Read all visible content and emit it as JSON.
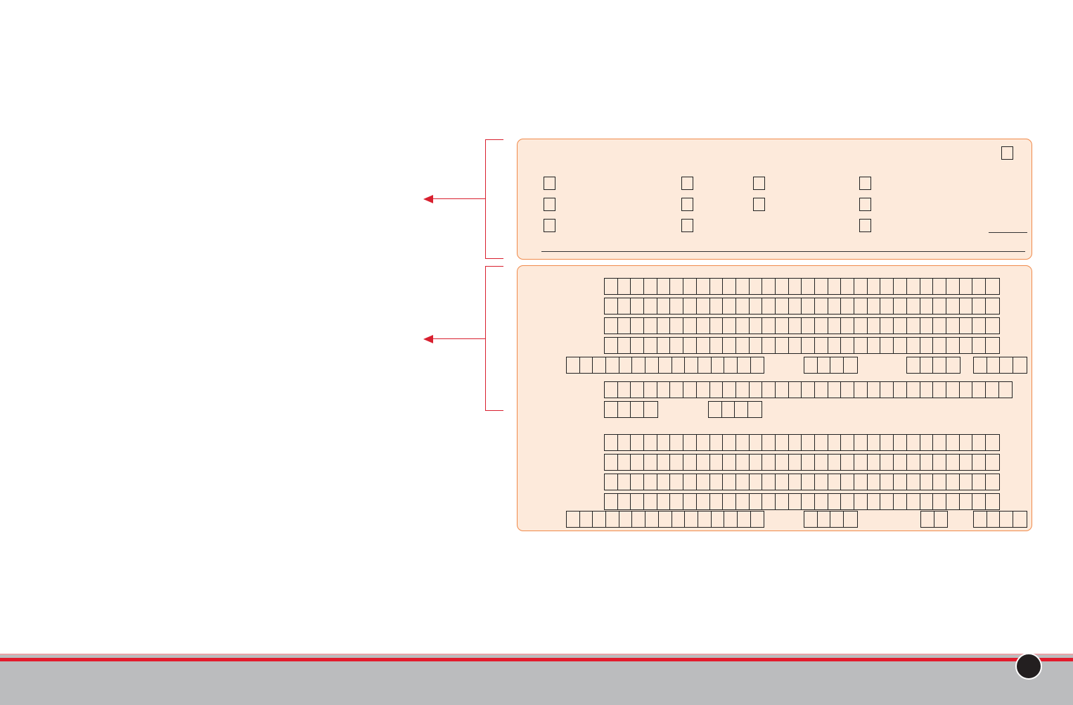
{
  "page": {
    "page_number": ""
  },
  "colors": {
    "panel_fill": "#fdeadb",
    "panel_border": "#f08a4b",
    "bracket_red": "#d8202f",
    "footer_gray": "#bbbcbe",
    "footer_red": "#e21b2c"
  },
  "form": {
    "section1": {
      "checkbox_count": 12,
      "corner_checkbox": 1
    },
    "section2": {
      "address_group_1": {
        "long_rows": 4,
        "cells_per_long_row": 30,
        "bottom_row": [
          15,
          4,
          4,
          4
        ]
      },
      "extra_row": {
        "cells": 31
      },
      "short_pairs": [
        4,
        4
      ],
      "address_group_2": {
        "long_rows": 4,
        "cells_per_long_row": 30,
        "bottom_row": [
          15,
          4,
          2,
          4
        ]
      }
    }
  }
}
